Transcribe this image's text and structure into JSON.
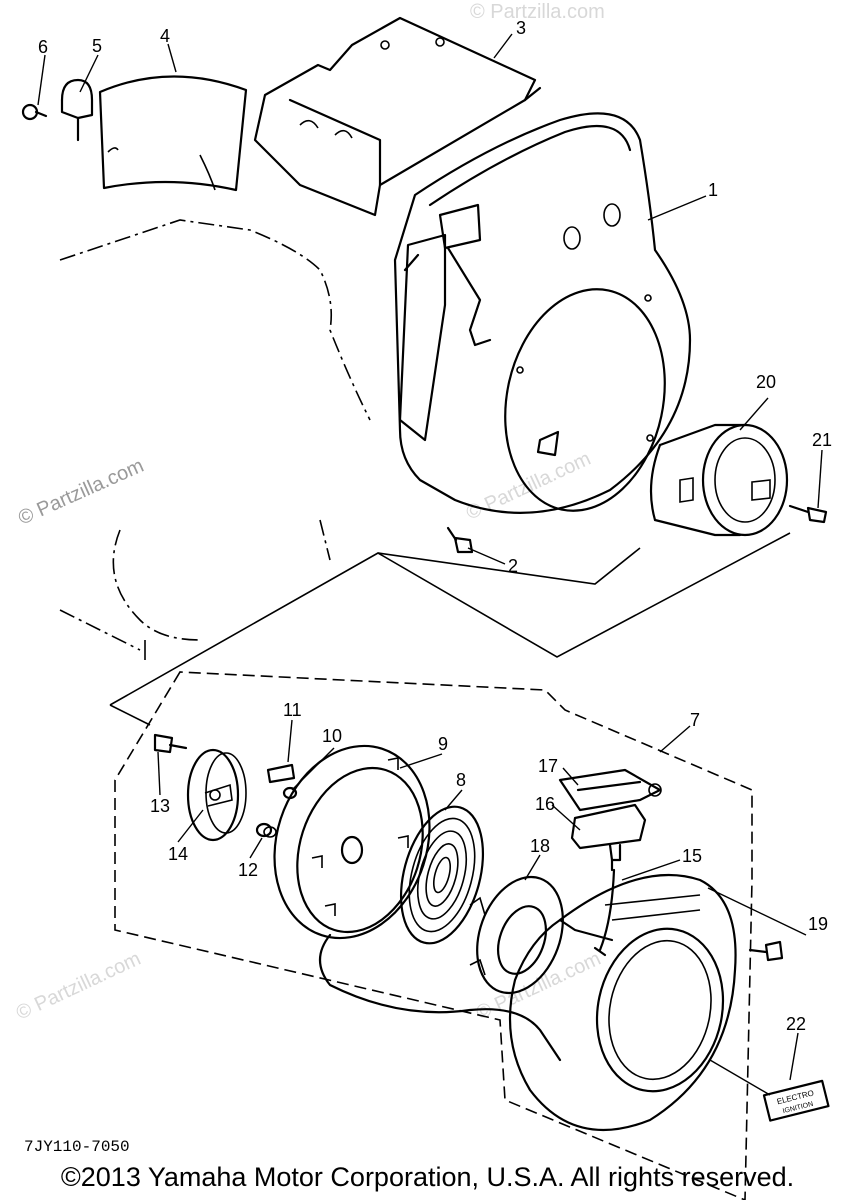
{
  "diagram": {
    "drawing_code": "7JY110-7050",
    "copyright": "©2013 Yamaha Motor Corporation, U.S.A. All rights reserved.",
    "watermark": "© Partzilla.com",
    "label_text": "ELECTRO IGNITION",
    "callouts": [
      "1",
      "2",
      "3",
      "4",
      "5",
      "6",
      "7",
      "8",
      "9",
      "10",
      "11",
      "12",
      "13",
      "14",
      "15",
      "16",
      "17",
      "18",
      "19",
      "20",
      "21",
      "22"
    ]
  }
}
